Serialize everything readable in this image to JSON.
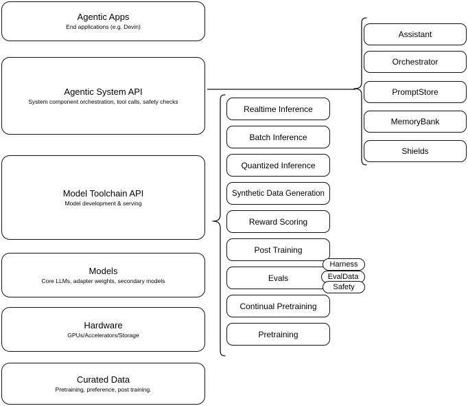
{
  "diagram": {
    "title": "Agentic AI stack layers",
    "stroke_color": "#111111",
    "background_color": "#ffffff",
    "layers": [
      {
        "name": "agentic-apps",
        "title": "Agentic Apps",
        "subtitle": "End applications (e.g. Devin)"
      },
      {
        "name": "agentic-system-api",
        "title": "Agentic System API",
        "subtitle": "System component orchestration, tool calls, safety checks"
      },
      {
        "name": "model-toolchain-api",
        "title": "Model Toolchain API",
        "subtitle": "Model development & serving"
      },
      {
        "name": "models",
        "title": "Models",
        "subtitle": "Core LLMs, adapter weights, secondary models"
      },
      {
        "name": "hardware",
        "title": "Hardware",
        "subtitle": "GPUs/Accelerators/Storage"
      },
      {
        "name": "curated-data",
        "title": "Curated Data",
        "subtitle": "Pretraining, preference, post training."
      }
    ],
    "toolchain_components": [
      {
        "name": "realtime-inference",
        "label": "Realtime Inference"
      },
      {
        "name": "batch-inference",
        "label": "Batch Inference"
      },
      {
        "name": "quantized-inference",
        "label": "Quantized Inference"
      },
      {
        "name": "synthetic-data-generation",
        "label": "Synthetic Data Generation"
      },
      {
        "name": "reward-scoring",
        "label": "Reward Scoring"
      },
      {
        "name": "post-training",
        "label": "Post Training"
      },
      {
        "name": "evals",
        "label": "Evals"
      },
      {
        "name": "continual-pretraining",
        "label": "Continual Pretraining"
      },
      {
        "name": "pretraining",
        "label": "Pretraining"
      }
    ],
    "evals_subcomponents": [
      {
        "name": "harness",
        "label": "Harness"
      },
      {
        "name": "evaldata",
        "label": "EvalData"
      },
      {
        "name": "safety",
        "label": "Safety"
      }
    ],
    "system_components": [
      {
        "name": "assistant",
        "label": "Assistant"
      },
      {
        "name": "orchestrator",
        "label": "Orchestrator"
      },
      {
        "name": "promptstore",
        "label": "PromptStore"
      },
      {
        "name": "memorybank",
        "label": "MemoryBank"
      },
      {
        "name": "shields",
        "label": "Shields"
      }
    ]
  }
}
